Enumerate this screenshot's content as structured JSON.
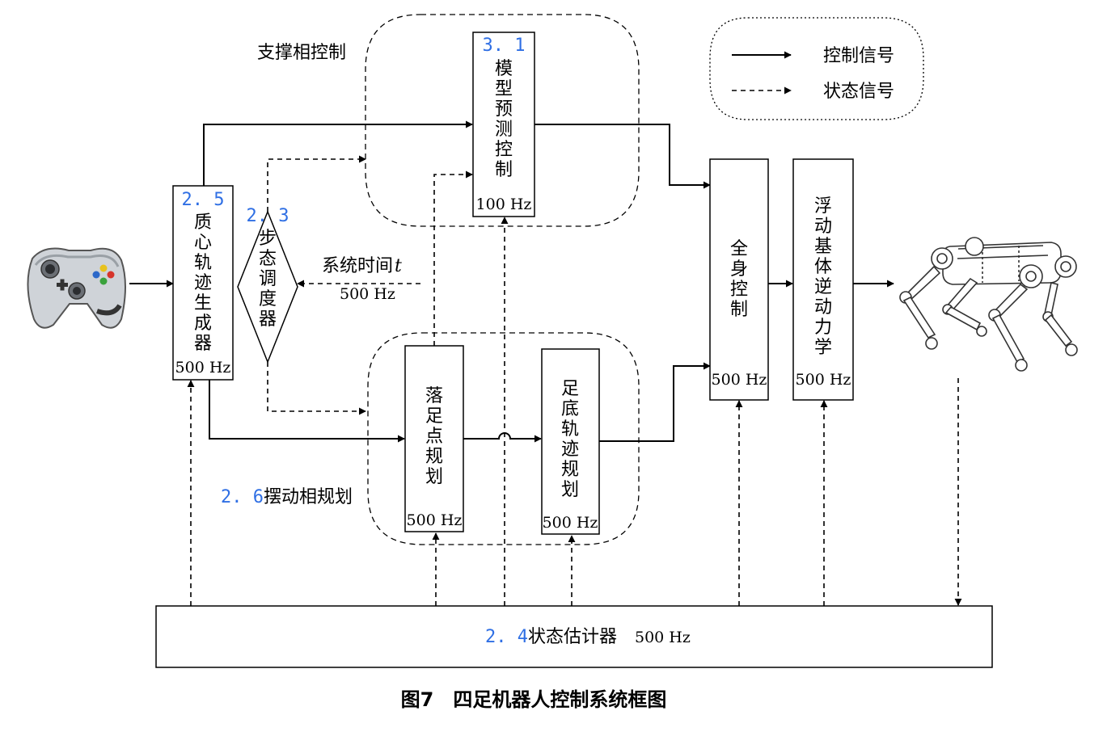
{
  "caption": "图7　四足机器人控制系统框图",
  "legend": {
    "control_signal": "控制信号",
    "state_signal": "状态信号"
  },
  "groups": {
    "stance": "支撑相控制",
    "swing_num": "2. 6",
    "swing": "摆动相规划"
  },
  "blocks": {
    "com_traj": {
      "num": "2. 5",
      "chars": [
        "质",
        "心",
        "轨",
        "迹",
        "生",
        "成",
        "器"
      ],
      "freq": "500 Hz"
    },
    "gait_scheduler": {
      "num": "2. 3",
      "chars": [
        "步",
        "态",
        "调",
        "度",
        "器"
      ]
    },
    "mpc": {
      "num": "3. 1",
      "chars": [
        "模",
        "型",
        "预",
        "测",
        "控",
        "制"
      ],
      "freq": "100 Hz"
    },
    "foothold": {
      "chars": [
        "落",
        "足",
        "点",
        "规",
        "划"
      ],
      "freq": "500 Hz"
    },
    "swing_traj": {
      "chars": [
        "足",
        "底",
        "轨",
        "迹",
        "规",
        "划"
      ],
      "freq": "500 Hz"
    },
    "wbc": {
      "chars": [
        "全",
        "身",
        "控",
        "制"
      ],
      "freq": "500 Hz"
    },
    "fb_dynamics": {
      "chars": [
        "浮",
        "动",
        "基",
        "体",
        "逆",
        "动",
        "力",
        "学"
      ],
      "freq": "500 Hz"
    },
    "state_estimator": {
      "num": "2. 4",
      "label": "状态估计器",
      "freq": "500 Hz"
    }
  },
  "system_time": {
    "label": "系统时间",
    "var": "t",
    "freq": "500 Hz"
  },
  "icons": {
    "gamepad": "gamepad-icon",
    "robot": "quadruped-robot-icon"
  }
}
